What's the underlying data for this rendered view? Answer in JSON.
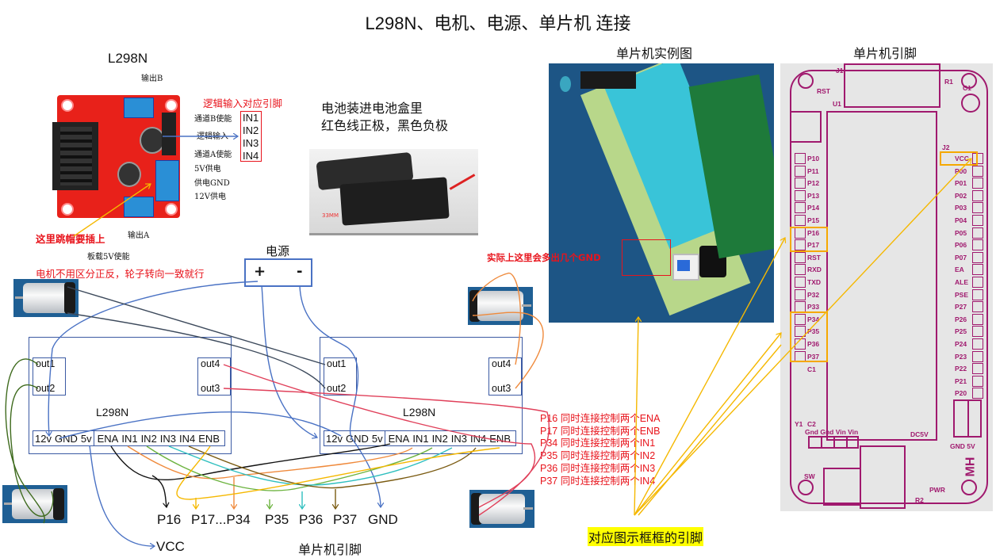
{
  "title": "L298N、电机、电源、单片机 连接",
  "l298n_board": {
    "heading": "L298N",
    "output_b": "输出B",
    "output_a": "输出A",
    "channel_b_enable": "通道B使能",
    "logic_input": "逻辑输入",
    "channel_a_enable": "通道A使能",
    "v5_supply": "5V供电",
    "supply_gnd": "供电GND",
    "v12_supply": "12V供电",
    "onboard_5v_enable": "板载5V使能",
    "logic_note": "逻辑输入对应引脚",
    "in_pins": [
      "IN1",
      "IN2",
      "IN3",
      "IN4"
    ],
    "jumper_note": "这里跳帽要插上",
    "motor_note": "电机不用区分正反，轮子转向一致就行"
  },
  "battery": {
    "line1": "电池装进电池盒里",
    "line2": "红色线正极，黑色负极",
    "dimension_label": "33MM"
  },
  "power_source": {
    "label": "电源",
    "plus": "+",
    "minus": "-"
  },
  "driver_modules": [
    {
      "name": "L298N",
      "outs_left": [
        "out1",
        "out2"
      ],
      "outs_right": [
        "out4",
        "out3"
      ],
      "power_pins": [
        "12v",
        "GND",
        "5v"
      ],
      "logic_pins": [
        "ENA",
        "IN1",
        "IN2",
        "IN3",
        "IN4",
        "ENB"
      ]
    },
    {
      "name": "L298N",
      "outs_left": [
        "out1",
        "out2"
      ],
      "outs_right": [
        "out4",
        "out3"
      ],
      "power_pins": [
        "12v",
        "GND",
        "5v"
      ],
      "logic_pins": [
        "ENA",
        "IN1",
        "IN2",
        "IN3",
        "IN4",
        "ENB"
      ]
    }
  ],
  "mcu_targets": {
    "pins": [
      "P16",
      "P17...P34",
      "P35",
      "P36",
      "P37",
      "GND"
    ],
    "vcc": "VCC",
    "caption": "单片机引脚"
  },
  "mcu_photo": {
    "heading": "单片机实例图",
    "gnd_note": "实际上这里会多出几个GND"
  },
  "mcu_pinout": {
    "heading": "单片机引脚",
    "left_pins": [
      "P10",
      "P11",
      "P12",
      "P13",
      "P14",
      "P15",
      "P16",
      "P17",
      "RST",
      "RXD",
      "TXD",
      "P32",
      "P33",
      "P34",
      "P35",
      "P36",
      "P37"
    ],
    "right_pins": [
      "VCC",
      "P00",
      "P01",
      "P02",
      "P03",
      "P04",
      "P05",
      "P06",
      "P07",
      "EA",
      "ALE",
      "PSE",
      "P27",
      "P26",
      "P25",
      "P24",
      "P23",
      "P22",
      "P21",
      "P20"
    ],
    "silk": {
      "rst": "RST",
      "j1": "J1",
      "r1": "R1",
      "c1": "C1",
      "u1": "U1",
      "j2": "J2",
      "c1b": "C1",
      "y1": "Y1",
      "c2": "C2",
      "dc5v": "DC5V",
      "gnd_vin": "Gnd Gnd Vin Vin",
      "sw": "SW",
      "gnd5v": "GND 5V",
      "pwr": "PWR",
      "r2": "R2",
      "mh": "MH"
    }
  },
  "pin_notes": [
    "P16 同时连接控制两个ENA",
    "P17 同时连接控制两个ENB",
    "P34 同时连接控制两个IN1",
    "P35 同时连接控制两个IN2",
    "P36 同时连接控制两个IN3",
    "P37 同时连接控制两个IN4"
  ],
  "highlight_note": "对应图示框框的引脚",
  "colors": {
    "wire_blue": "#4a72c4",
    "wire_dark": "#3d4a5c",
    "wire_red": "#e0405a",
    "wire_orange": "#ef8a3c",
    "wire_green": "#6cb33f",
    "wire_teal": "#2fbfbf",
    "wire_brown": "#7a5a10",
    "wire_yellow": "#f5b800",
    "wire_olive": "#3f6b1e",
    "note_red": "#e8141c",
    "highlight_yellow": "#ffff00",
    "pcb_magenta": "#a0196e",
    "box_orange": "#f5a800"
  }
}
